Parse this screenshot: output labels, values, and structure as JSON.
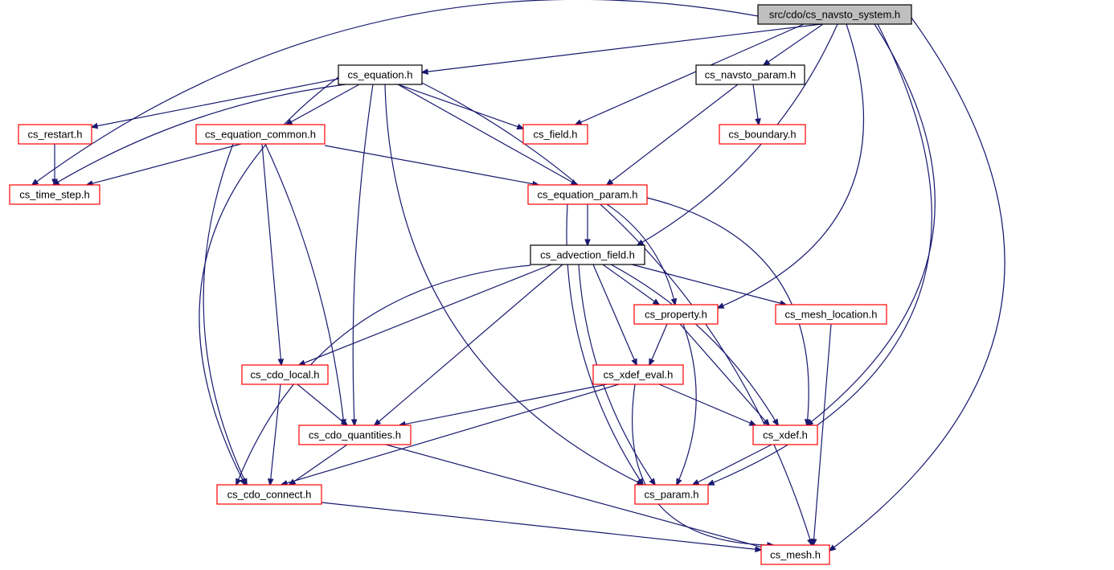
{
  "diagram": {
    "colors": {
      "edge": "#191970",
      "root_fill": "#bfbfbf",
      "root_border": "#000000",
      "normal_border": "#000000",
      "truncated_border": "#ff0000",
      "fill": "#ffffff"
    },
    "nodes": [
      {
        "id": "navsto_system",
        "label": "src/cdo/cs_navsto_system.h",
        "style": "root"
      },
      {
        "id": "equation",
        "label": "cs_equation.h",
        "style": "normal"
      },
      {
        "id": "navsto_param",
        "label": "cs_navsto_param.h",
        "style": "normal"
      },
      {
        "id": "restart",
        "label": "cs_restart.h",
        "style": "truncated"
      },
      {
        "id": "equation_common",
        "label": "cs_equation_common.h",
        "style": "truncated"
      },
      {
        "id": "field",
        "label": "cs_field.h",
        "style": "truncated"
      },
      {
        "id": "boundary",
        "label": "cs_boundary.h",
        "style": "truncated"
      },
      {
        "id": "time_step",
        "label": "cs_time_step.h",
        "style": "truncated"
      },
      {
        "id": "equation_param",
        "label": "cs_equation_param.h",
        "style": "truncated"
      },
      {
        "id": "advection_field",
        "label": "cs_advection_field.h",
        "style": "normal"
      },
      {
        "id": "property",
        "label": "cs_property.h",
        "style": "truncated"
      },
      {
        "id": "mesh_location",
        "label": "cs_mesh_location.h",
        "style": "truncated"
      },
      {
        "id": "cdo_local",
        "label": "cs_cdo_local.h",
        "style": "truncated"
      },
      {
        "id": "xdef_eval",
        "label": "cs_xdef_eval.h",
        "style": "truncated"
      },
      {
        "id": "cdo_quantities",
        "label": "cs_cdo_quantities.h",
        "style": "truncated"
      },
      {
        "id": "xdef",
        "label": "cs_xdef.h",
        "style": "truncated"
      },
      {
        "id": "cdo_connect",
        "label": "cs_cdo_connect.h",
        "style": "truncated"
      },
      {
        "id": "param",
        "label": "cs_param.h",
        "style": "truncated"
      },
      {
        "id": "mesh",
        "label": "cs_mesh.h",
        "style": "truncated"
      }
    ],
    "edges": [
      {
        "from": "navsto_system",
        "to": "equation"
      },
      {
        "from": "navsto_system",
        "to": "navsto_param"
      },
      {
        "from": "navsto_system",
        "to": "time_step"
      },
      {
        "from": "navsto_system",
        "to": "field"
      },
      {
        "from": "navsto_system",
        "to": "advection_field"
      },
      {
        "from": "navsto_system",
        "to": "property"
      },
      {
        "from": "navsto_system",
        "to": "xdef"
      },
      {
        "from": "navsto_system",
        "to": "param"
      },
      {
        "from": "navsto_system",
        "to": "mesh"
      },
      {
        "from": "equation",
        "to": "restart"
      },
      {
        "from": "equation",
        "to": "equation_common"
      },
      {
        "from": "equation",
        "to": "field"
      },
      {
        "from": "equation",
        "to": "time_step"
      },
      {
        "from": "equation",
        "to": "equation_param"
      },
      {
        "from": "equation",
        "to": "cdo_quantities"
      },
      {
        "from": "equation",
        "to": "cdo_connect"
      },
      {
        "from": "equation",
        "to": "param"
      },
      {
        "from": "equation",
        "to": "mesh"
      },
      {
        "from": "navsto_param",
        "to": "boundary"
      },
      {
        "from": "navsto_param",
        "to": "equation_param"
      },
      {
        "from": "restart",
        "to": "time_step"
      },
      {
        "from": "equation_common",
        "to": "time_step"
      },
      {
        "from": "equation_common",
        "to": "equation_param"
      },
      {
        "from": "equation_common",
        "to": "cdo_local"
      },
      {
        "from": "equation_common",
        "to": "cdo_quantities"
      },
      {
        "from": "equation_common",
        "to": "cdo_connect"
      },
      {
        "from": "equation_param",
        "to": "advection_field"
      },
      {
        "from": "equation_param",
        "to": "property"
      },
      {
        "from": "equation_param",
        "to": "xdef"
      },
      {
        "from": "equation_param",
        "to": "param"
      },
      {
        "from": "advection_field",
        "to": "property"
      },
      {
        "from": "advection_field",
        "to": "mesh_location"
      },
      {
        "from": "advection_field",
        "to": "cdo_local"
      },
      {
        "from": "advection_field",
        "to": "xdef_eval"
      },
      {
        "from": "advection_field",
        "to": "cdo_quantities"
      },
      {
        "from": "advection_field",
        "to": "xdef"
      },
      {
        "from": "advection_field",
        "to": "cdo_connect"
      },
      {
        "from": "advection_field",
        "to": "param"
      },
      {
        "from": "property",
        "to": "xdef_eval"
      },
      {
        "from": "property",
        "to": "xdef"
      },
      {
        "from": "property",
        "to": "param"
      },
      {
        "from": "mesh_location",
        "to": "mesh"
      },
      {
        "from": "cdo_local",
        "to": "cdo_quantities"
      },
      {
        "from": "cdo_local",
        "to": "cdo_connect"
      },
      {
        "from": "xdef_eval",
        "to": "cdo_quantities"
      },
      {
        "from": "xdef_eval",
        "to": "xdef"
      },
      {
        "from": "xdef_eval",
        "to": "cdo_connect"
      },
      {
        "from": "xdef_eval",
        "to": "mesh"
      },
      {
        "from": "cdo_quantities",
        "to": "cdo_connect"
      },
      {
        "from": "cdo_quantities",
        "to": "mesh"
      },
      {
        "from": "xdef",
        "to": "param"
      },
      {
        "from": "cdo_connect",
        "to": "mesh"
      }
    ]
  }
}
